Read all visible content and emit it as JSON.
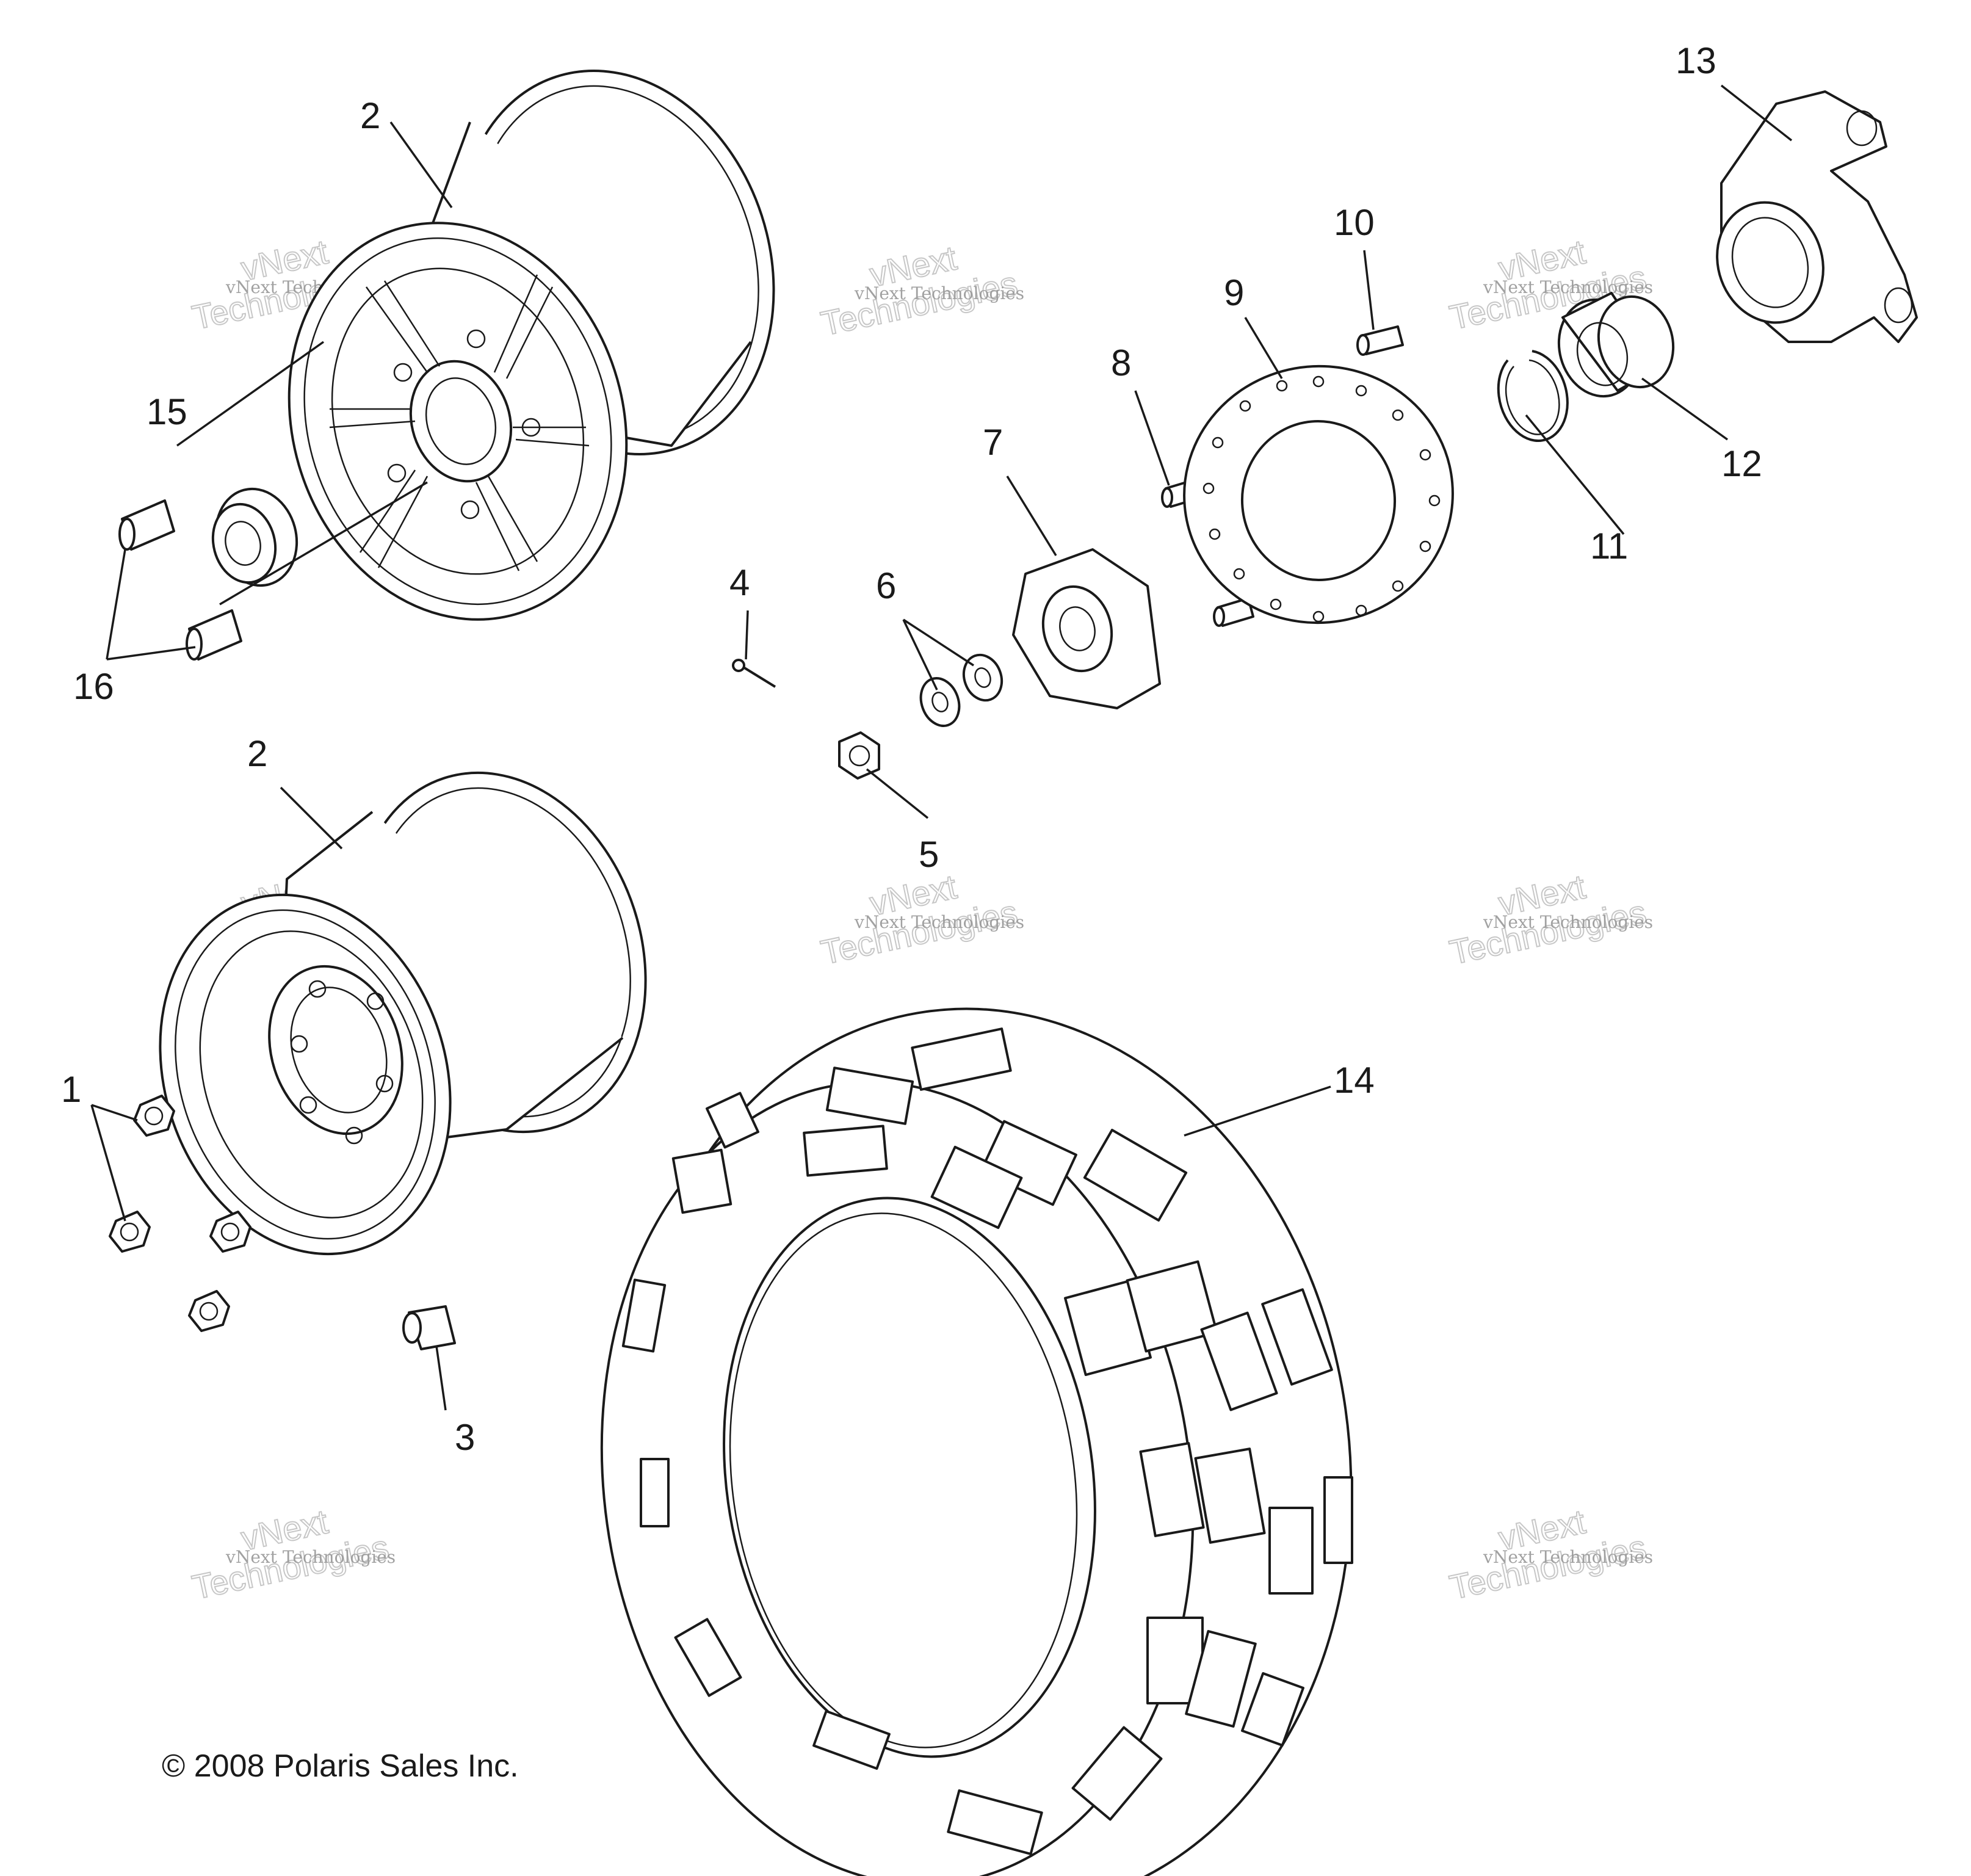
{
  "diagram": {
    "callouts": [
      {
        "id": "c1",
        "label": "1"
      },
      {
        "id": "c2a",
        "label": "2"
      },
      {
        "id": "c2b",
        "label": "2"
      },
      {
        "id": "c3",
        "label": "3"
      },
      {
        "id": "c4",
        "label": "4"
      },
      {
        "id": "c5",
        "label": "5"
      },
      {
        "id": "c6",
        "label": "6"
      },
      {
        "id": "c7",
        "label": "7"
      },
      {
        "id": "c8",
        "label": "8"
      },
      {
        "id": "c9",
        "label": "9"
      },
      {
        "id": "c10",
        "label": "10"
      },
      {
        "id": "c11",
        "label": "11"
      },
      {
        "id": "c12",
        "label": "12"
      },
      {
        "id": "c13",
        "label": "13"
      },
      {
        "id": "c14",
        "label": "14"
      },
      {
        "id": "c15",
        "label": "15"
      },
      {
        "id": "c16",
        "label": "16"
      }
    ],
    "watermark": {
      "line1": "vNext Technologies",
      "line2": "vNext",
      "line3": "Technologies"
    },
    "copyright": "© 2008 Polaris Sales Inc."
  }
}
